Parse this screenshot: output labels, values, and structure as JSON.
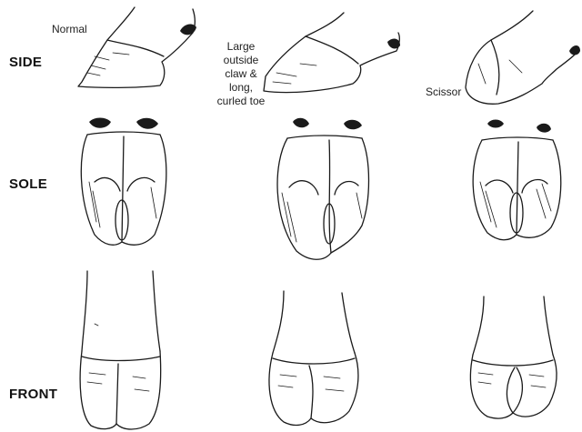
{
  "row_labels": {
    "side": "SIDE",
    "sole": "SOLE",
    "front": "FRONT"
  },
  "captions": {
    "normal": "Normal",
    "large_claw_lines": [
      "Large",
      "outside",
      "claw &",
      "long,",
      "curled toe"
    ],
    "scissor": "Scissor"
  }
}
